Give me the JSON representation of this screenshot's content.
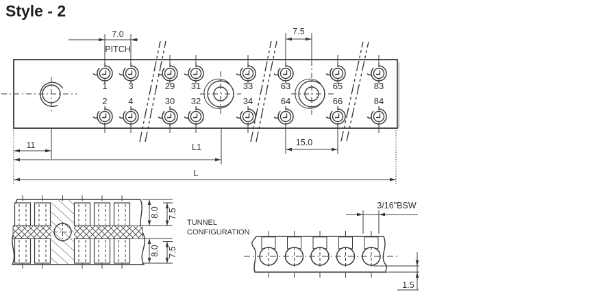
{
  "title": "Style - 2",
  "strip": {
    "dims": {
      "pitch_value": "7.0",
      "pitch_label": "PITCH",
      "hole_offset": "7.5",
      "left_offset": "11",
      "l1": "L1",
      "hole_spacing": "15.0",
      "total_length": "L"
    },
    "numbers_top": [
      "1",
      "3",
      "29",
      "31",
      "33",
      "63",
      "65",
      "83"
    ],
    "numbers_bottom": [
      "2",
      "4",
      "30",
      "32",
      "34",
      "64",
      "66",
      "84"
    ]
  },
  "section_left": {
    "label_line1": "TUNNEL",
    "label_line2": "CONFIGURATION",
    "tunnel_height": "8.0",
    "tunnel_pitch": "7.5"
  },
  "section_right": {
    "thread_label": "3/16\"BSW",
    "base_thickness": "1.5"
  },
  "colors": {
    "line": "#383838",
    "text": "#2e2e2e",
    "background": "#ffffff"
  }
}
